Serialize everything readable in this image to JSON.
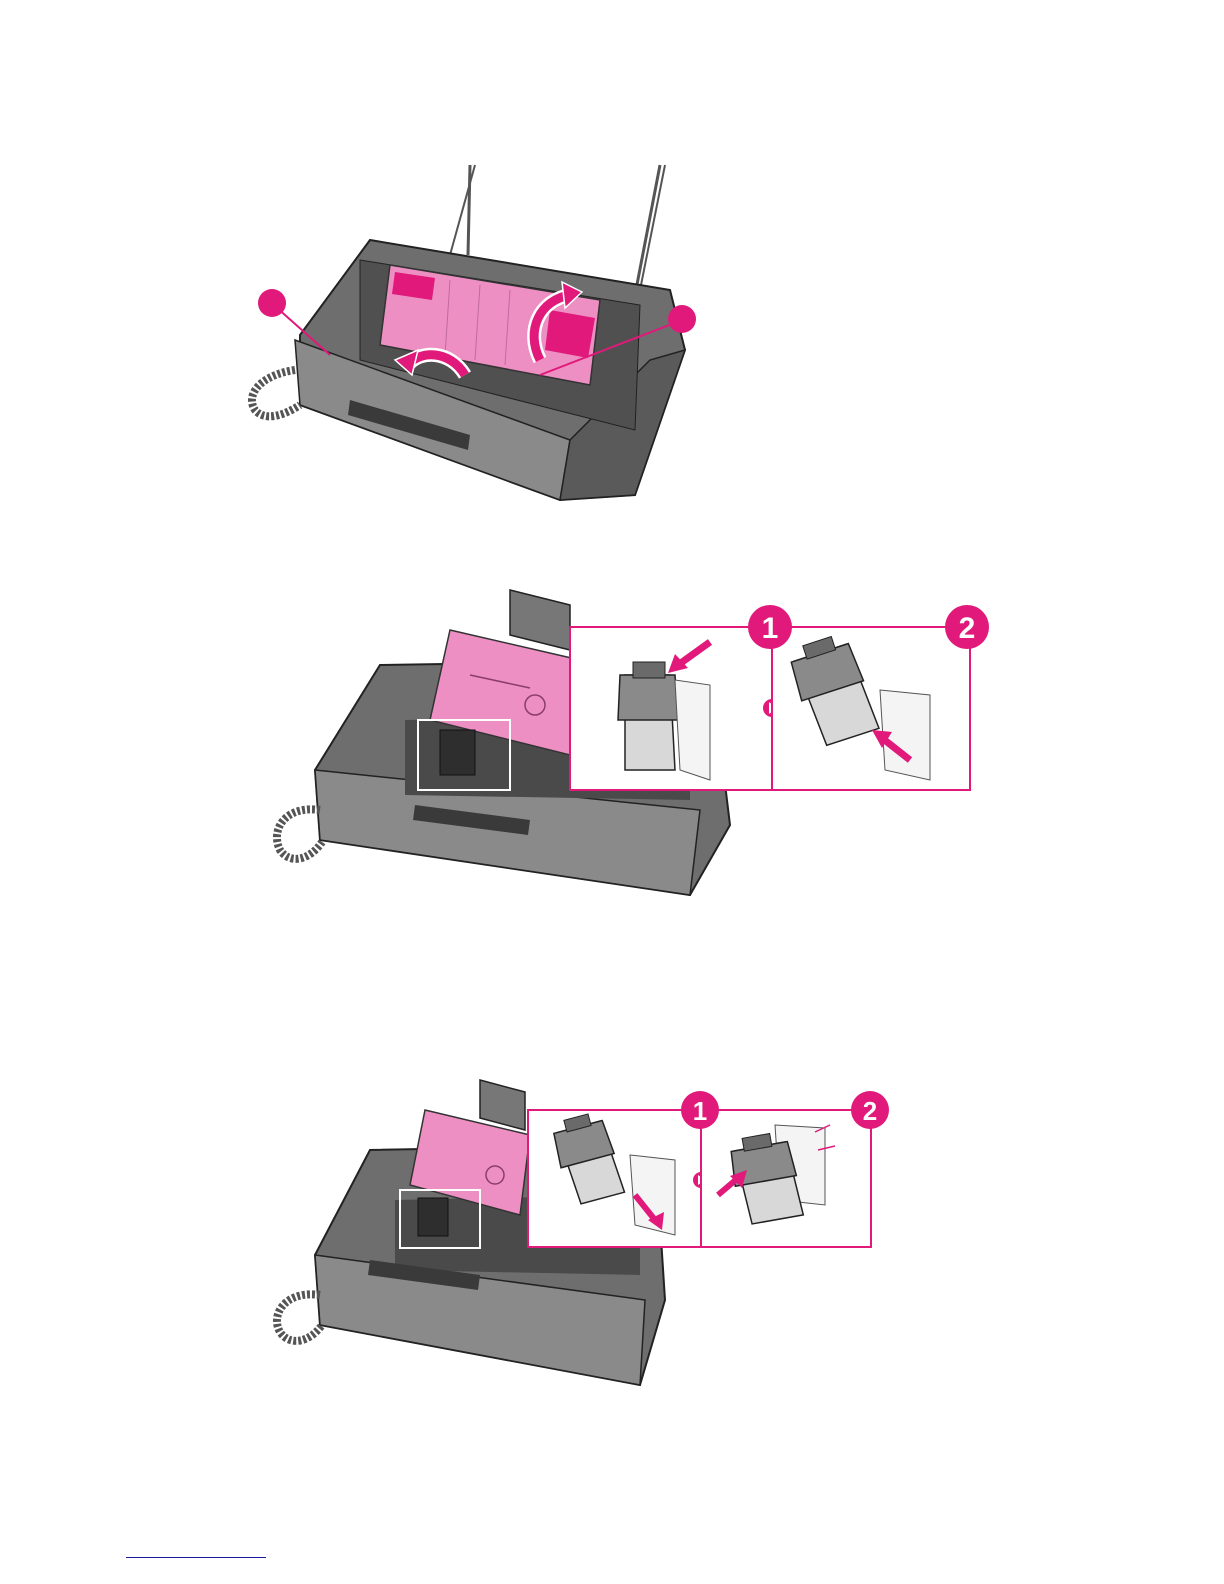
{
  "colors": {
    "accent": "#e0197a",
    "panel_pink": "#ee8fc4",
    "device_dark": "#3a3a3a",
    "device_mid": "#707070",
    "device_light": "#a8a8a8",
    "cartridge_gray": "#bfbfbf",
    "link_rule": "#1a1aa0"
  },
  "figures": [
    {
      "id": "open-cover",
      "callouts": 2,
      "icons": [
        "rotate-arrow-left-icon",
        "rotate-arrow-up-icon"
      ]
    },
    {
      "id": "remove-cartridge",
      "steps": [
        {
          "number": "1"
        },
        {
          "number": "2"
        }
      ]
    },
    {
      "id": "insert-cartridge",
      "steps": [
        {
          "number": "1"
        },
        {
          "number": "2"
        }
      ]
    }
  ],
  "steps": {
    "remove": {
      "step1": "1",
      "step2": "2"
    },
    "insert": {
      "step1": "1",
      "step2": "2"
    }
  }
}
